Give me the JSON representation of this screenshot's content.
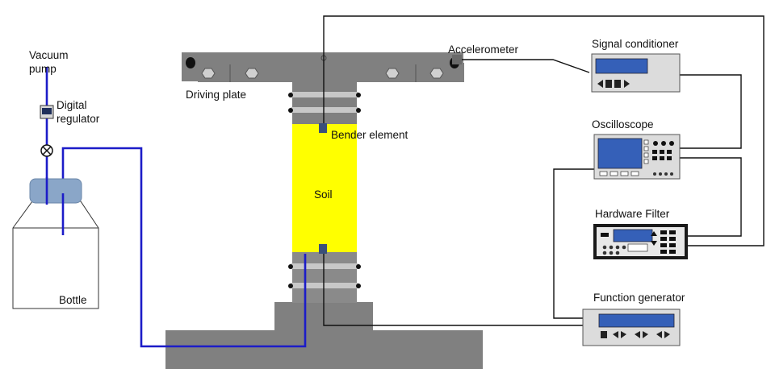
{
  "labels": {
    "vacuum_pump_line1": "Vacuum",
    "vacuum_pump_line2": "pump",
    "digital_regulator_line1": "Digital",
    "digital_regulator_line2": "regulator",
    "bottle": "Bottle",
    "driving_plate": "Driving plate",
    "bender_element": "Bender element",
    "soil": "Soil",
    "accelerometer": "Accelerometer",
    "signal_conditioner": "Signal conditioner",
    "oscilloscope": "Oscilloscope",
    "hardware_filter": "Hardware Filter",
    "function_generator": "Function generator"
  },
  "colors": {
    "vacuum_line": "#1c1cc8",
    "soil": "#ffff00",
    "steel": "#808080",
    "steel_light": "#b4b4b4",
    "device_body": "#dcdcdc",
    "device_screen": "#3560b8",
    "filter_body": "#1a1a1a"
  }
}
